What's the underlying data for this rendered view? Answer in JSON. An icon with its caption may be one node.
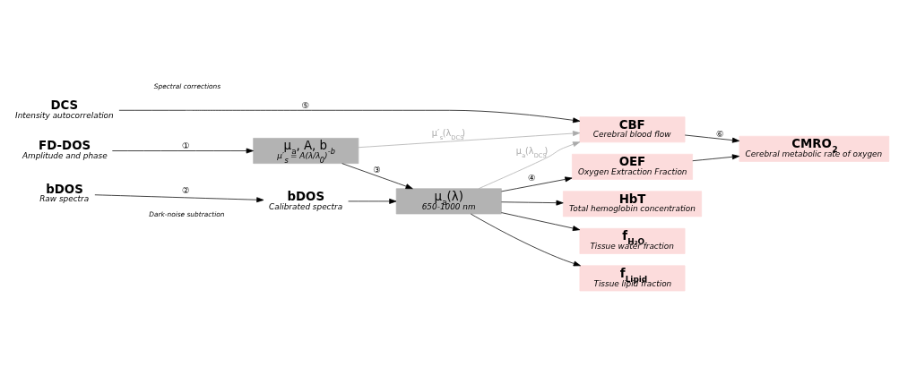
{
  "diagram": {
    "nodes": [
      {
        "text": [
          "DCS",
          "Intensity autocorrelation"
        ]
      },
      {
        "text": [
          "CBF",
          "Cerebral blood flow"
        ]
      },
      {
        "text": [
          "CMRO$_{2}$",
          "Cerebral metabolic rate of oxygen"
        ]
      },
      {
        "text": [
          "FD-DOS",
          "Amplitude and phase"
        ]
      },
      {
        "text": [
          "μ$_{a}$, A, b",
          "μ′$_{s}$ = A(λ/λ$_{0}$)$^{-b}$"
        ]
      },
      {
        "text": [
          "bDOS",
          "Raw spectra"
        ]
      },
      {
        "text": [
          "bDOS",
          "Calibrated spectra"
        ]
      },
      {
        "text": [
          "μ$_{a}$(λ)",
          "650-1000 nm"
        ]
      },
      {
        "text": [
          "OEF",
          "Oxygen Extraction Fraction"
        ]
      },
      {
        "text": [
          "HbT",
          "Total hemoglobin concentration"
        ]
      },
      {
        "text": [
          "f$_{H₂O}$",
          "Tissue water fraction"
        ]
      },
      {
        "text": [
          "f$_{Lipid}$",
          "Tissue lipid fraction"
        ]
      }
    ],
    "edges": [
      {
        "from": 0,
        "to": 1,
        "arrow": "to",
        "label": "⑤"
      },
      {
        "from": 3,
        "to": 4,
        "arrow": "to",
        "label": "①"
      },
      {
        "from": 5,
        "to": 6,
        "arrow": "to",
        "label": "②"
      },
      {
        "from": 4,
        "to": 1,
        "arrow": "to",
        "label": "μ′$_{s}$(λ$_{DCS}$)",
        "color": "#aaaaaa"
      },
      {
        "from": 7,
        "to": 1,
        "arrow": "to",
        "label": "μ$_{a}$(λ$_{DCS}$)",
        "color": "#aaaaaa"
      },
      {
        "from": 4,
        "to": 7,
        "arrow": "to",
        "label": "③"
      },
      {
        "from": 6,
        "to": 7,
        "arrow": "to"
      },
      {
        "from": 7,
        "to": 8,
        "arrow": "to",
        "label": "④"
      },
      {
        "from": 7,
        "to": 9,
        "arrow": "to"
      },
      {
        "from": 7,
        "to": 10,
        "arrow": "to"
      },
      {
        "from": 7,
        "to": 11,
        "arrow": "to"
      },
      {
        "from": 1,
        "to": 2,
        "arrow": "to",
        "label": "⑥"
      },
      {
        "from": 8,
        "to": 2,
        "arrow": "to"
      }
    ],
    "labels": [
      "Dark-noise subtraction",
      "Spectral corrections"
    ]
  }
}
